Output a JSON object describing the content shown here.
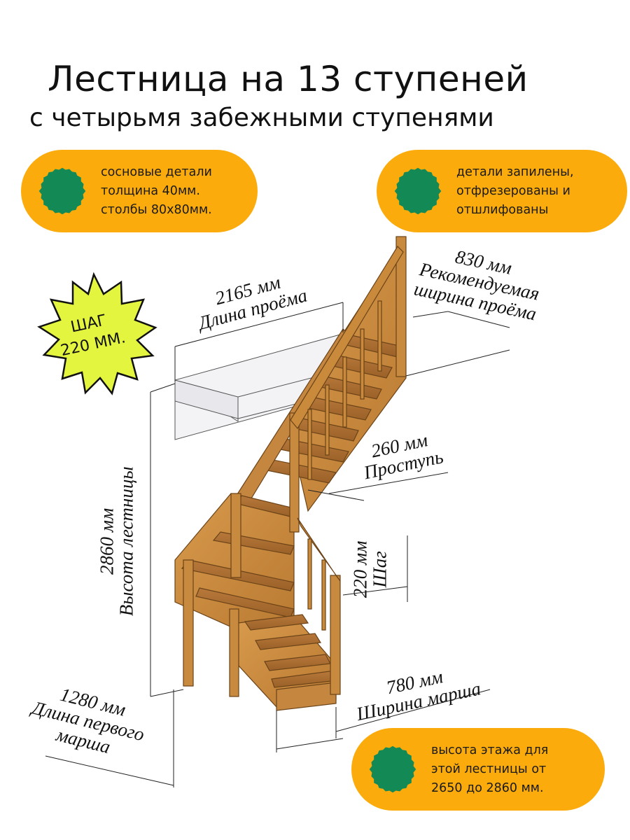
{
  "header": {
    "title": "Лестница на 13 ступеней",
    "subtitle": "с  четырьмя забежными ступенями"
  },
  "features": [
    {
      "text": "сосновые детали\nтолщина 40мм.\nстолбы 80х80мм.",
      "icon": "green-rosette-icon"
    },
    {
      "text": "детали запилены,\nотфрезерованы и\nотшлифованы",
      "icon": "green-rosette-icon"
    },
    {
      "text": "высота этажа для\nэтой лестницы от\n2650 до 2860 мм.",
      "icon": "green-rosette-icon"
    }
  ],
  "star_badge": {
    "line1": "ШАГ",
    "line2": "220 ММ."
  },
  "dimensions": {
    "opening_length": {
      "value": "2165 мм",
      "label": "Длина проёма"
    },
    "opening_width": {
      "value": "830 мм",
      "label1": "Рекомендуемая",
      "label2": "ширина проёма"
    },
    "tread": {
      "value": "260 мм",
      "label": "Проступь"
    },
    "step": {
      "value": "220 мм",
      "label": "Шаг"
    },
    "height": {
      "value": "2860 мм",
      "label": "Высота лестницы"
    },
    "flight_width": {
      "value": "780 мм",
      "label": "Ширина марша"
    },
    "first_flight_length": {
      "value": "1280 мм",
      "label1": "Длина первого",
      "label2": "марша"
    }
  },
  "colors": {
    "pill": "#fbab0b",
    "rosette": "#138a55",
    "star": "#e4f53f",
    "wood": "#c98a3c",
    "wood_dark": "#8a5a22"
  }
}
